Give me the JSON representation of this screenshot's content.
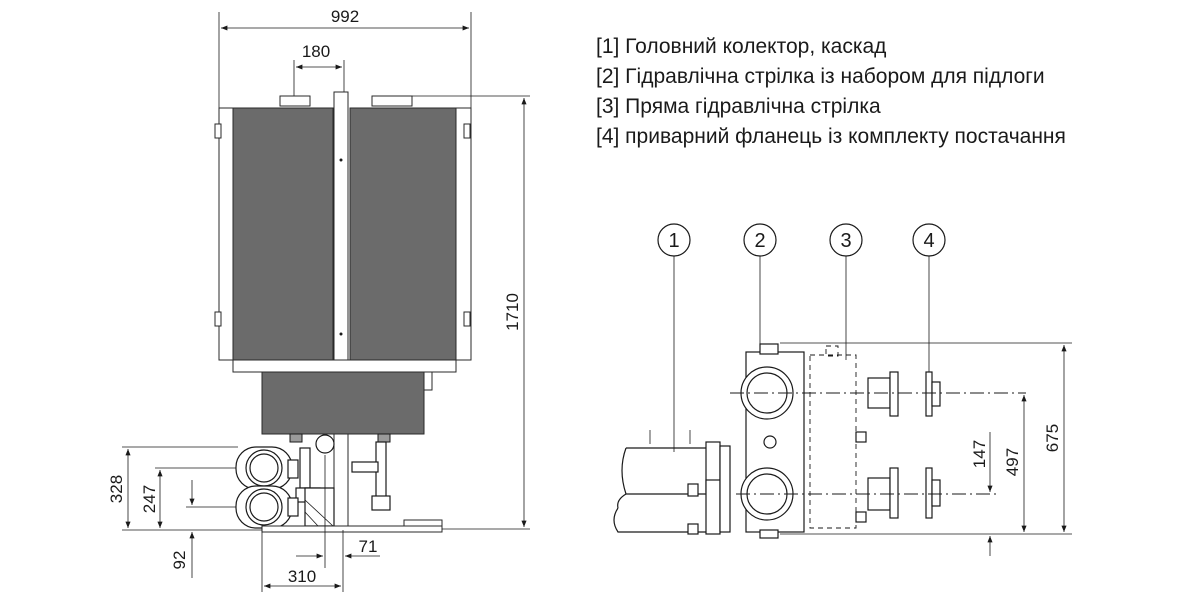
{
  "legend": {
    "items": [
      "[1] Головний колектор, каскад",
      "[2] Гідравлічна стрілка із набором для підлоги",
      "[3] Пряма гідравлічна стрілка",
      "[4] приварний фланець із комплекту постачання"
    ]
  },
  "front_view": {
    "dim_width": "992",
    "dim_spacing": "180",
    "dim_height": "1710",
    "dim_upper_pipe": "328",
    "dim_lower_pipe": "247",
    "dim_bottom_offset": "92",
    "dim_pipe_distance": "310",
    "dim_pipe_offset": "71"
  },
  "side_view": {
    "callouts": [
      "1",
      "2",
      "3",
      "4"
    ],
    "dim_pipe_spacing": "147",
    "dim_upper_connection": "497",
    "dim_total_height": "675"
  },
  "colors": {
    "line": "#1a1a1a",
    "boiler_front": "#6b6b6b"
  }
}
